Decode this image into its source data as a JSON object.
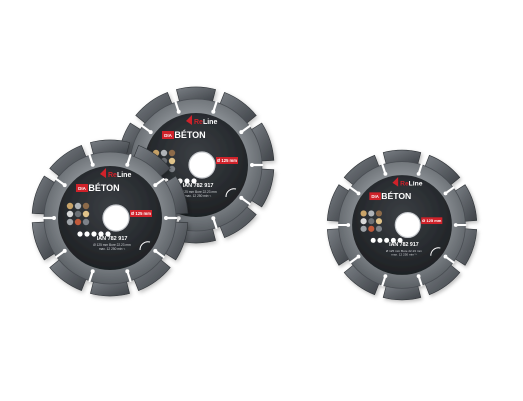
{
  "product": {
    "brand_prefix": "Re",
    "brand_suffix": "Line",
    "name": "BÉTON",
    "series": "DIA",
    "diameter": "Ø 125 mm",
    "article_no": "IAN 782 917",
    "spec_line1": "Ø 125 mm  Bore 22.23 mm",
    "spec_line2": "max. 12 250 min⁻¹"
  },
  "colors": {
    "steel": "#8a8f94",
    "label_dark": "#2a2d31",
    "accent": "#d0222a",
    "hub": "#e9ebed",
    "segment": "#5b6066"
  },
  "blades": [
    {
      "id": "back-left-top"
    },
    {
      "id": "front-left"
    },
    {
      "id": "right-single"
    }
  ]
}
